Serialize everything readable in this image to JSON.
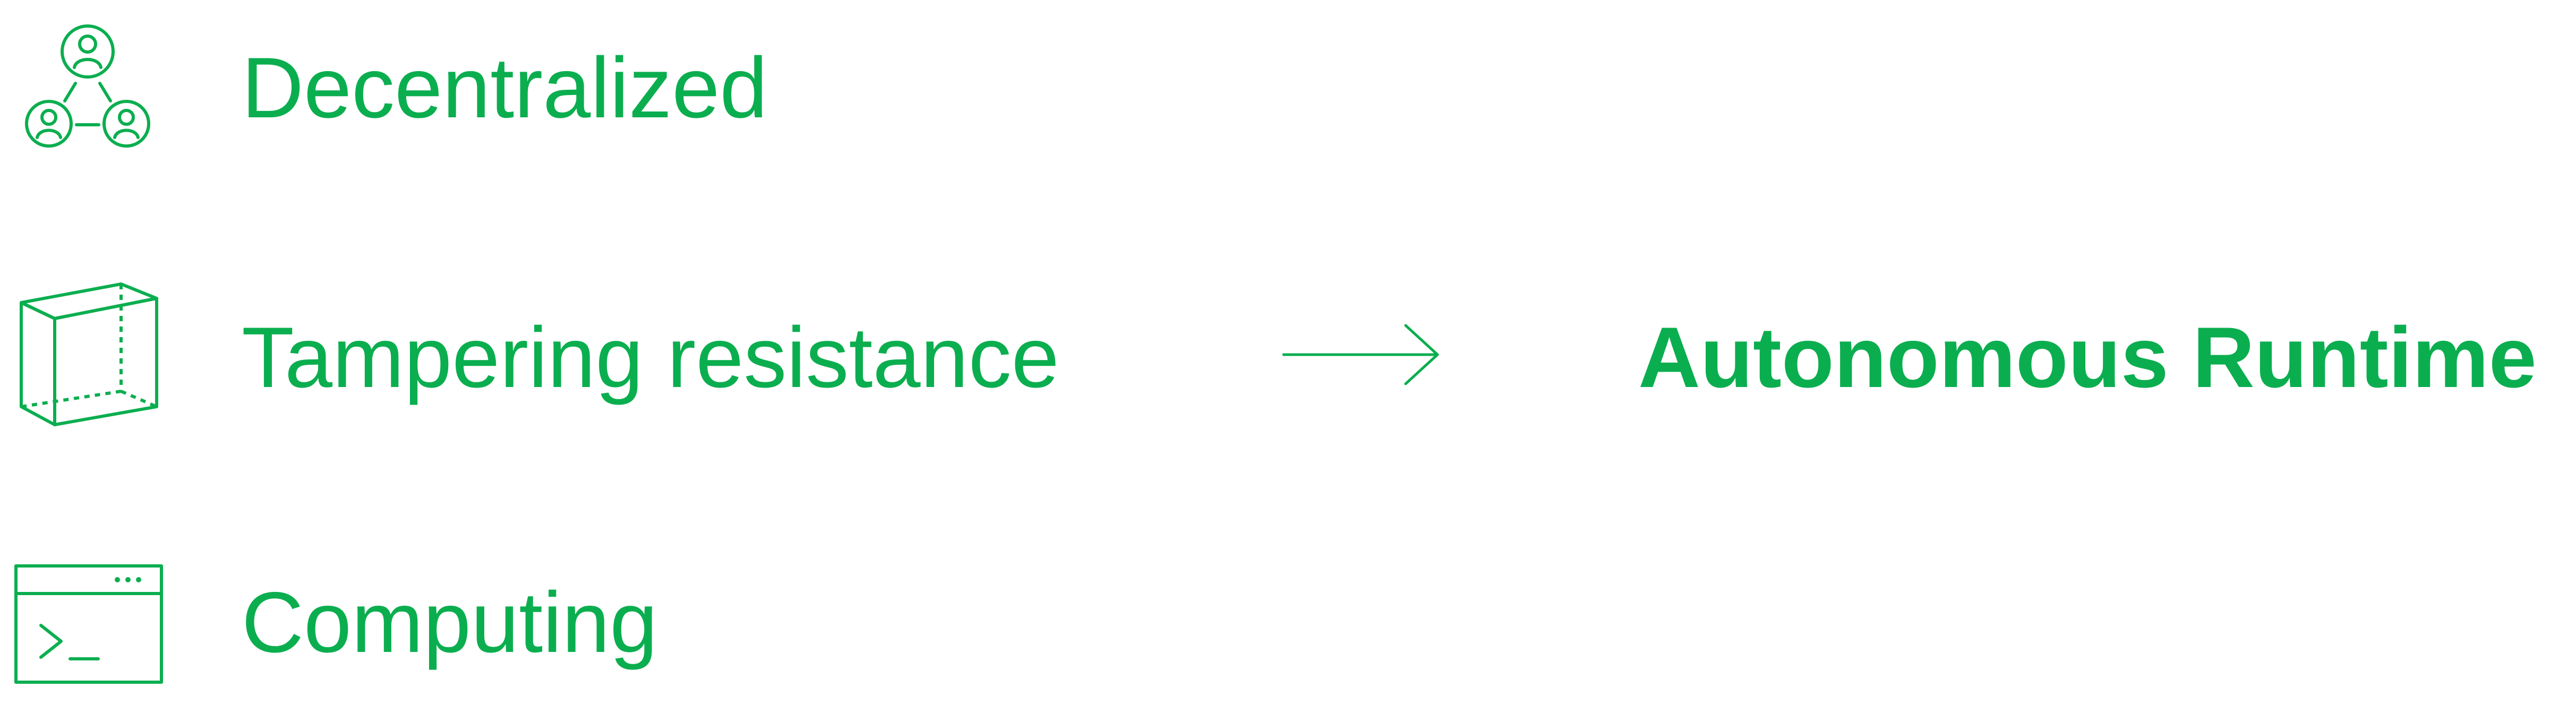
{
  "colors": {
    "accent": "#0BAE4F",
    "background": "#FFFFFF"
  },
  "features": [
    {
      "label": "Decentralized",
      "icon": "user-network-icon"
    },
    {
      "label": "Tampering resistance",
      "icon": "cube-box-icon"
    },
    {
      "label": "Computing",
      "icon": "terminal-window-icon"
    }
  ],
  "arrow": {
    "icon": "right-arrow-icon"
  },
  "result": {
    "label": "Autonomous Runtime"
  }
}
